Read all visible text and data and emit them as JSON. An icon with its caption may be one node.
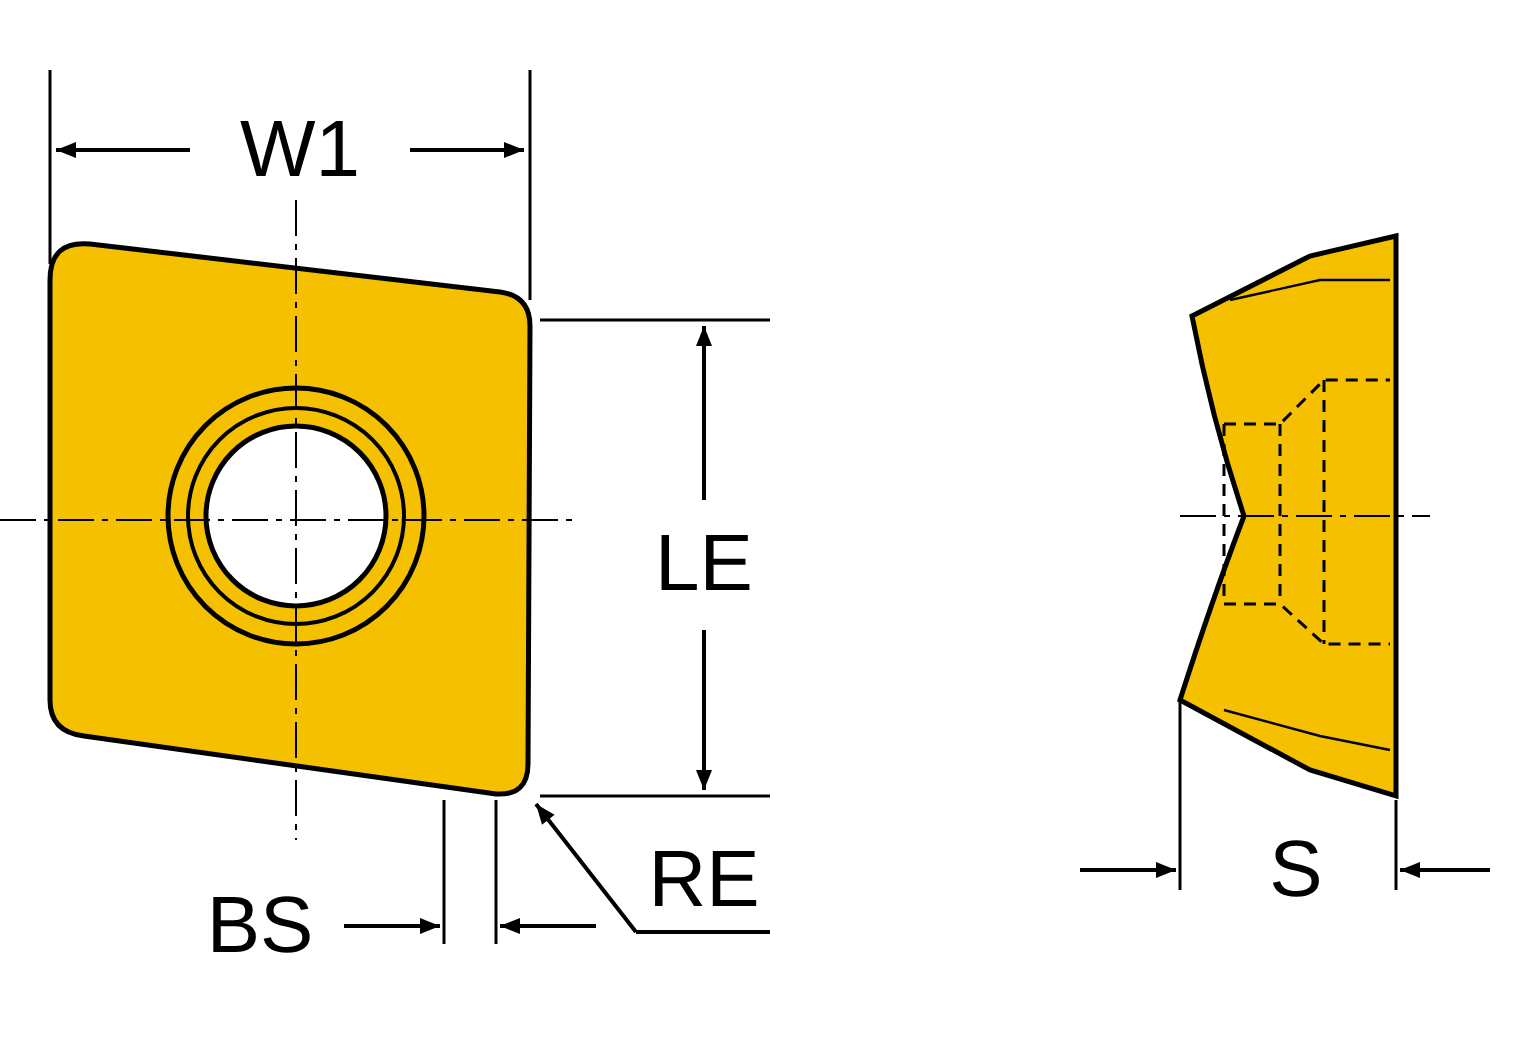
{
  "diagram": {
    "nodes": [
      {
        "text": [
          "RE"
        ]
      },
      {
        "text": [],
        "shape": "picture"
      }
    ],
    "edges": [
      {
        "from": 0,
        "to": 1,
        "arrow": "to"
      }
    ],
    "labels": [
      "W1",
      "LE",
      "BS",
      "S"
    ]
  }
}
